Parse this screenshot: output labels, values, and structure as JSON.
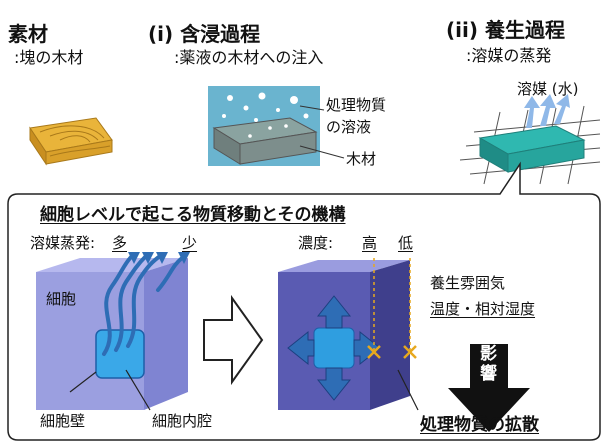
{
  "stages": [
    {
      "title": "素材",
      "subtitle": ":塊の木材"
    },
    {
      "title": "(i) 含浸過程",
      "subtitle": ":薬液の木材への注入"
    },
    {
      "title": "(ii) 養生過程",
      "subtitle": ":溶媒の蒸発"
    }
  ],
  "labels": {
    "solution_line1": "処理物質",
    "solution_line2": "の溶液",
    "wood": "木材",
    "solvent": "溶媒 (水)"
  },
  "cell_panel": {
    "heading": "細胞レベルで起こる物質移動とその機構",
    "evap_prefix": "溶媒蒸発:",
    "evap_many": "多",
    "evap_few": "少",
    "conc_prefix": "濃度:",
    "conc_high": "高",
    "conc_low": "低",
    "cell": "細胞",
    "cell_wall": "細胞壁",
    "cell_lumen": "細胞内腔",
    "atmosphere": "養生雰囲気",
    "temp_humidity": "温度・相対湿度",
    "influence_1": "影",
    "influence_2": "響",
    "diffusion": "処理物質の拡散"
  },
  "colors": {
    "wood": "#e9b43a",
    "wood_grain": "#a9791a",
    "soaked_wood": "#7a8c8c",
    "soaked_top": "#5aa0b8",
    "cured_wood": "#2aa6a0",
    "cell_front": "#8a8ed8",
    "cell_side": "#a7a9e6",
    "lumen": "#3aa8e8",
    "arrow_blue": "#2e6db5",
    "marker": "#e7a81e"
  }
}
